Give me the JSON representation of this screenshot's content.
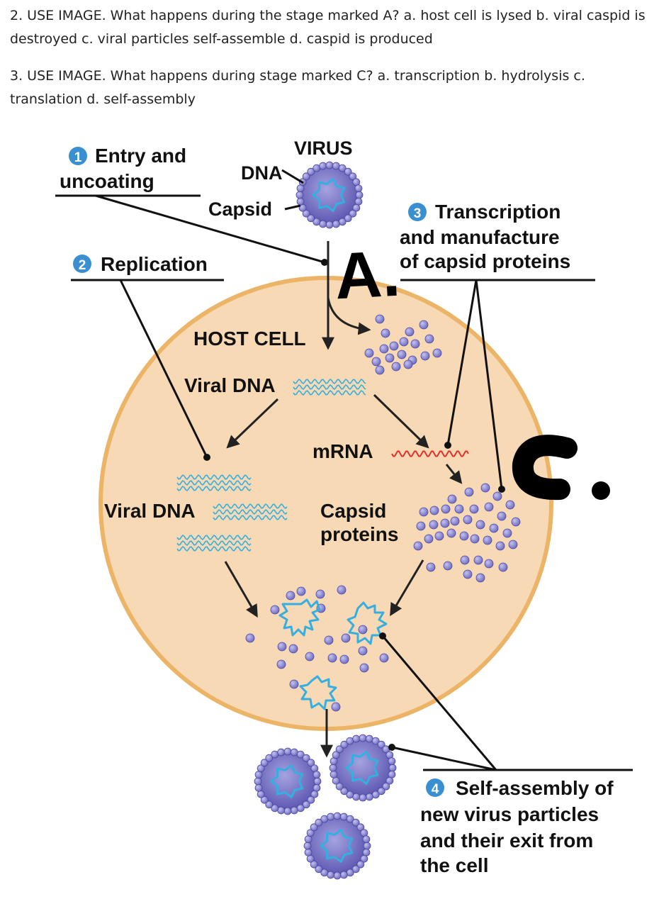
{
  "questions": [
    {
      "id": "q2",
      "text": "2. USE IMAGE. What happens during the stage marked A? a. host cell is lysed b. viral caspid is destroyed c. viral particles self-assemble d. caspid is produced"
    },
    {
      "id": "q3",
      "text": "3. USE IMAGE. What happens during stage marked C? a. transcription b. hydrolysis c. translation d. self-assembly"
    }
  ],
  "diagram": {
    "labels": {
      "virus": "VIRUS",
      "dna": "DNA",
      "capsid": "Capsid",
      "host_cell": "HOST CELL",
      "viral_dna_top": "Viral DNA",
      "viral_dna_left": "Viral DNA",
      "mrna": "mRNA",
      "capsid_proteins_1": "Capsid",
      "capsid_proteins_2": "proteins"
    },
    "steps": [
      {
        "number": "1",
        "lines": [
          "Entry and",
          "uncoating"
        ]
      },
      {
        "number": "2",
        "lines": [
          "Replication"
        ]
      },
      {
        "number": "3",
        "lines": [
          "Transcription",
          "and manufacture",
          "of capsid proteins"
        ]
      },
      {
        "number": "4",
        "lines": [
          "Self-assembly of",
          "new virus particles",
          "and their exit from",
          "the cell"
        ]
      }
    ],
    "handwritten": {
      "a": "A.",
      "c": "C."
    },
    "colors": {
      "cell_fill": "#f8d9b5",
      "cell_border": "#ebb466",
      "protein": "#8b88cc",
      "dna": "#35aee0",
      "mrna": "#e03030",
      "step_circle": "#3a8fd0"
    }
  }
}
